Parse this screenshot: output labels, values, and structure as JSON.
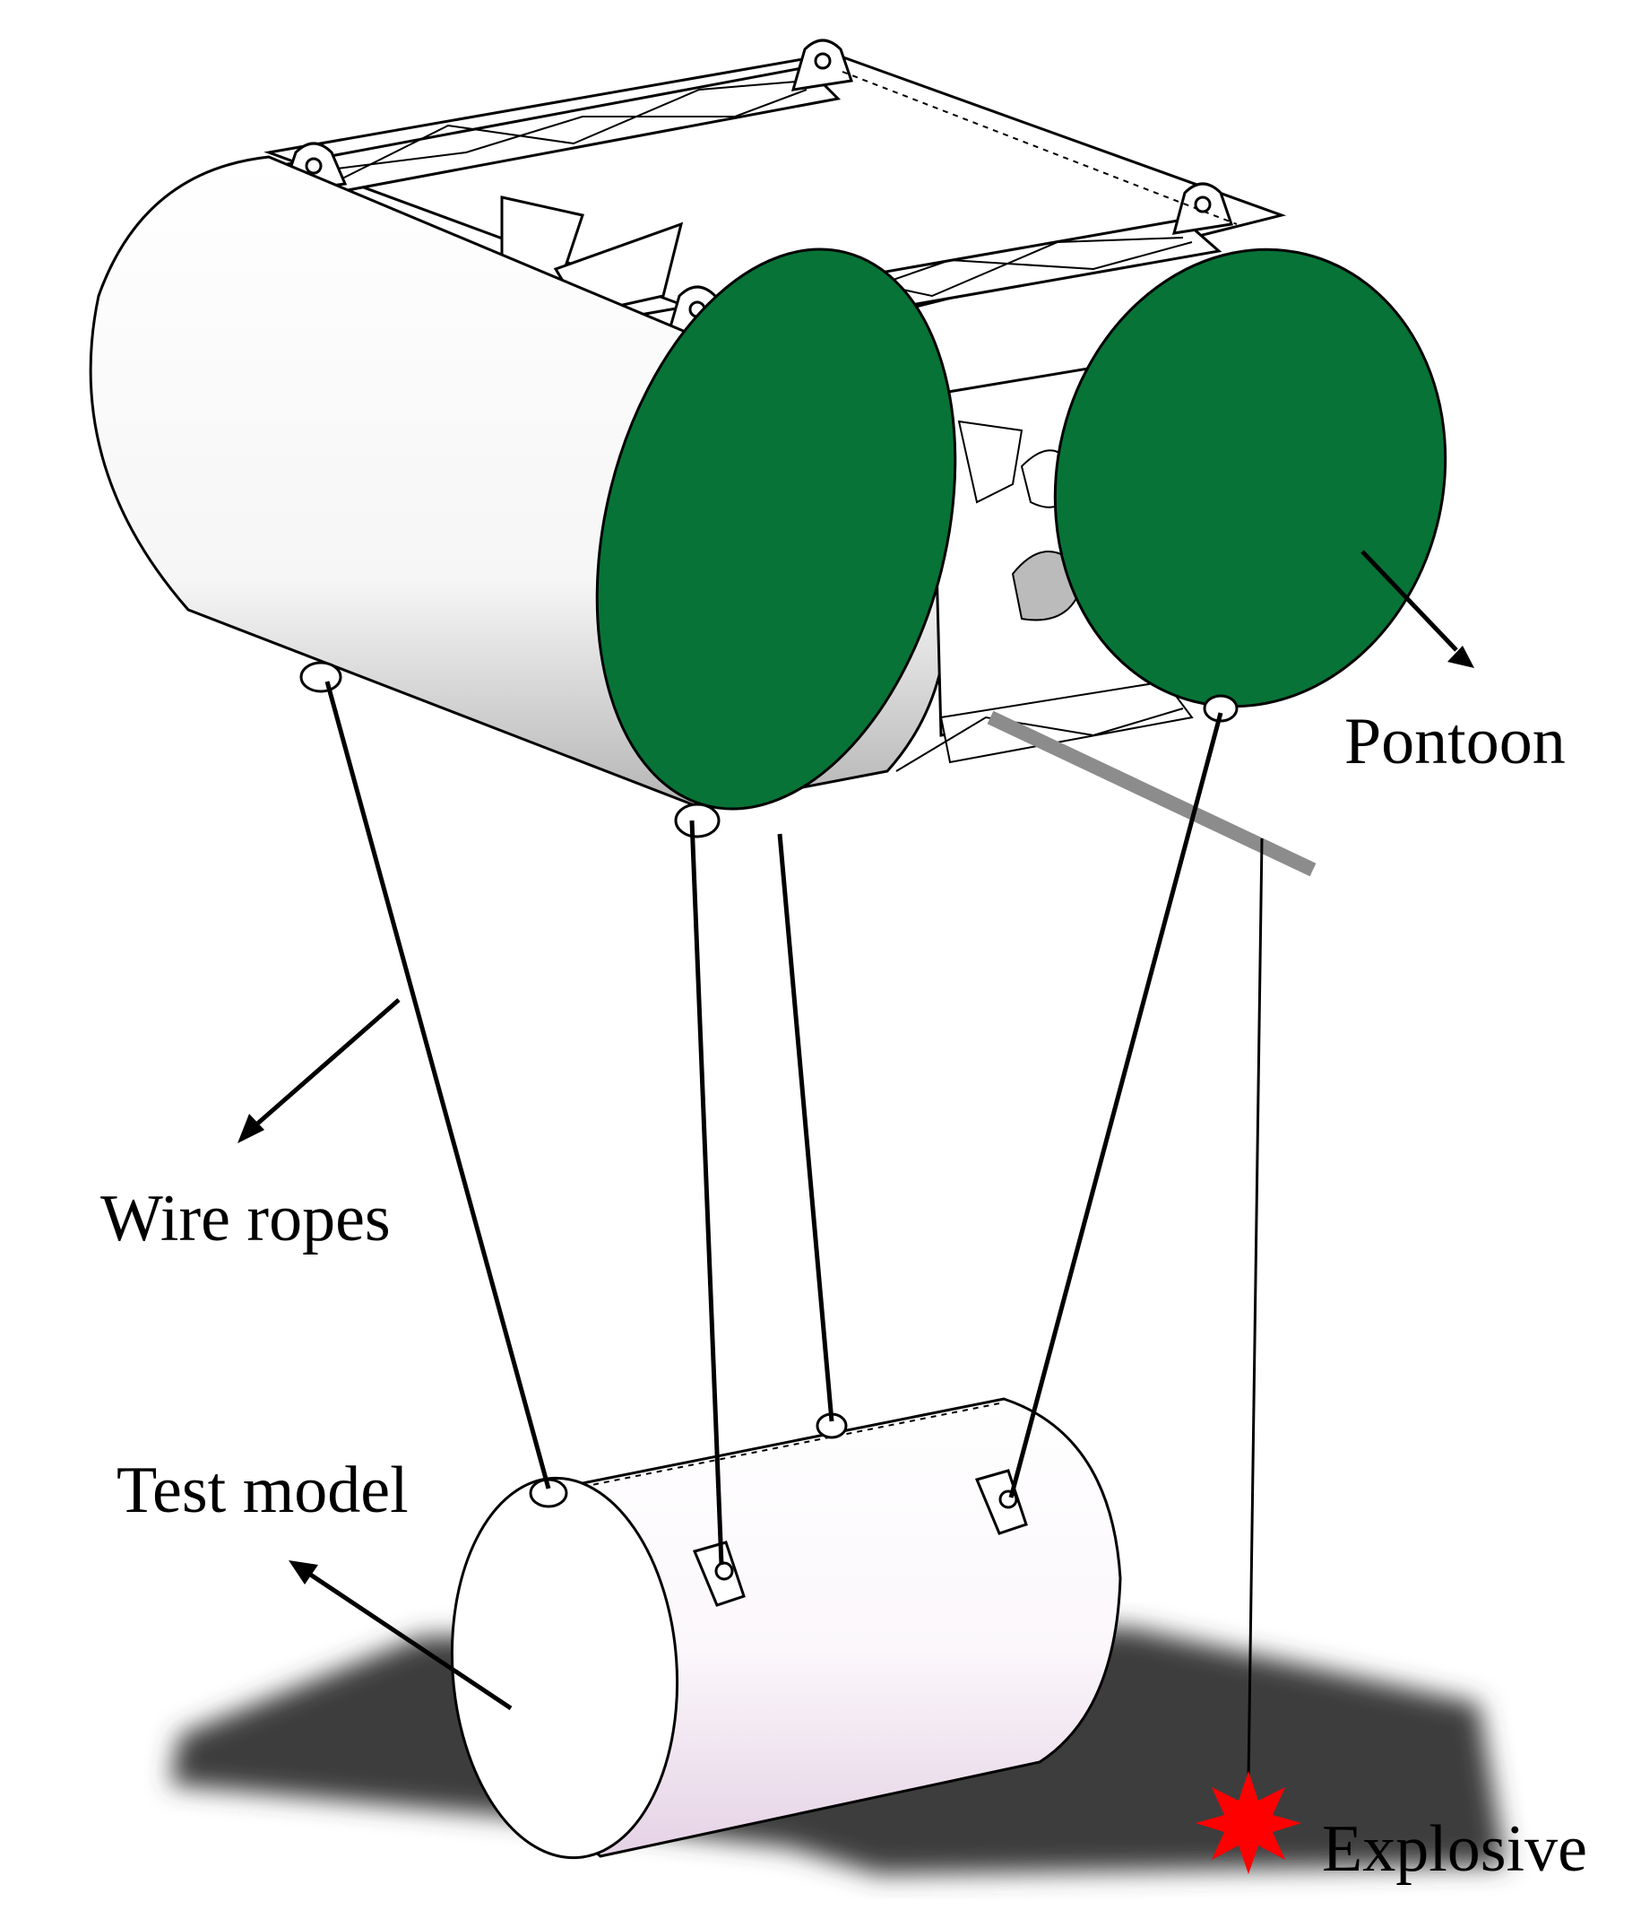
{
  "labels": {
    "pontoon": "Pontoon",
    "wire_ropes": "Wire ropes",
    "test_model": "Test model",
    "explosive": "Explosive"
  },
  "colors": {
    "pontoon_end_fill": "#077337",
    "explosive_fill": "#ff0000",
    "support_bar": "#8c8c8c",
    "shadow": "#3a3a3a",
    "outline": "#000000"
  }
}
